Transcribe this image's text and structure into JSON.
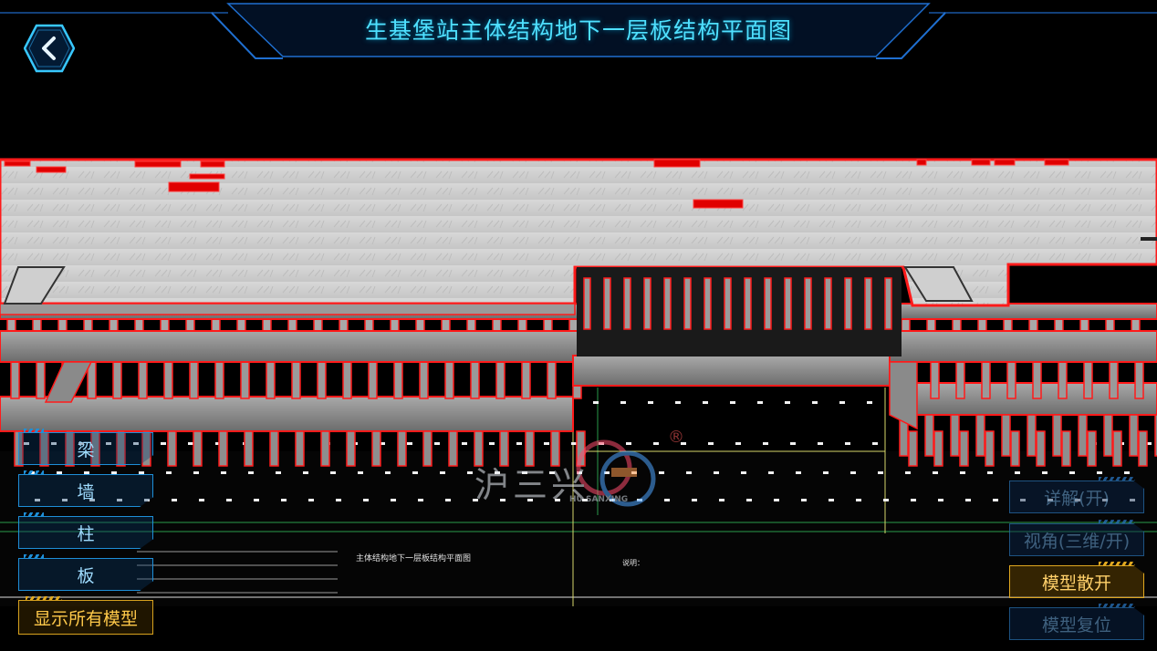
{
  "header": {
    "title": "生基堡站主体结构地下一层板结构平面图"
  },
  "watermark": {
    "text": "沪三兴",
    "sub": "HU SANXING",
    "reg": "®"
  },
  "drawing": {
    "plan_title": "主体结构地下一层板结构平面图",
    "notes_title": "说明："
  },
  "categories": [
    {
      "label": "梁"
    },
    {
      "label": "墙"
    },
    {
      "label": "柱"
    },
    {
      "label": "板"
    }
  ],
  "show_all": {
    "label": "显示所有模型"
  },
  "controls": [
    {
      "label": "详解(开)",
      "active": false
    },
    {
      "label": "视角(三维/开)",
      "active": false
    },
    {
      "label": "模型散开",
      "active": true
    },
    {
      "label": "模型复位",
      "active": false
    }
  ],
  "colors": {
    "accent": "#4fe0ff",
    "highlight": "#ff1a1a",
    "active": "#e0a820"
  }
}
